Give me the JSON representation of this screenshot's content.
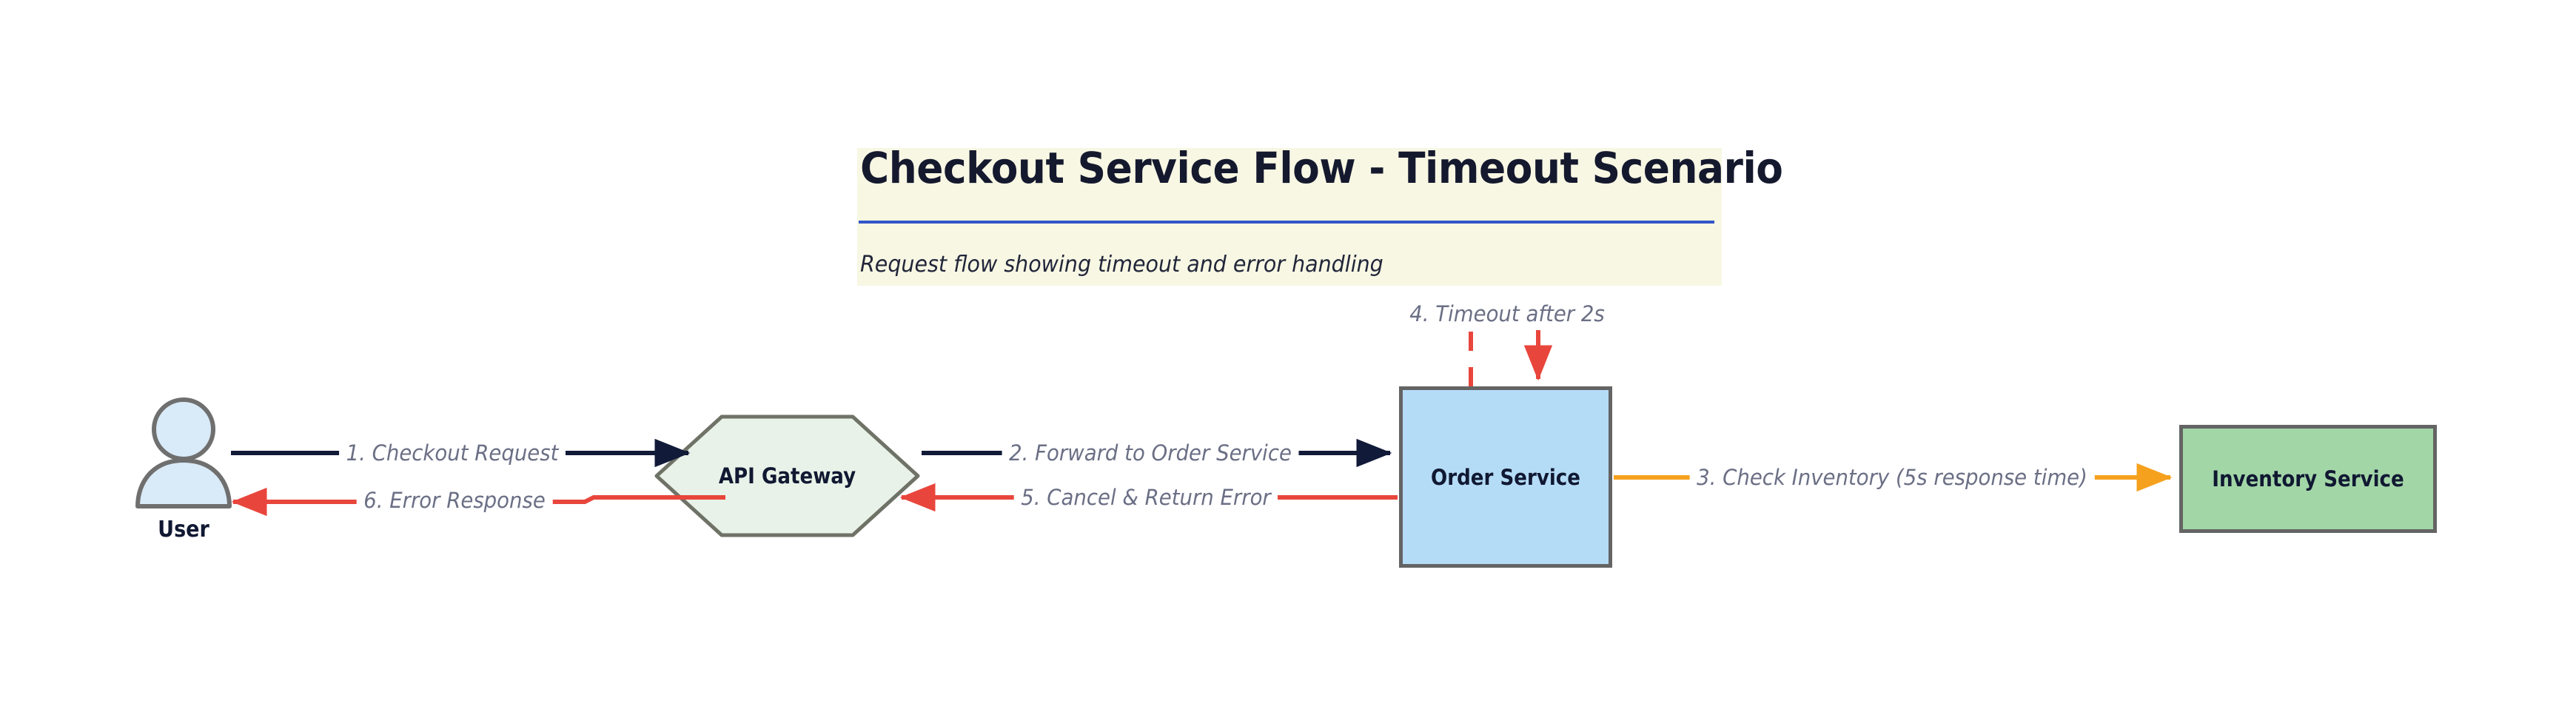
{
  "header": {
    "title": "Checkout Service Flow - Timeout Scenario",
    "subtitle": "Request flow showing timeout and error handling",
    "band_color": "#f7f7e3",
    "rule_color": "#3355c7"
  },
  "diagram": {
    "type": "flow",
    "nodes": [
      {
        "id": "user",
        "label": "User",
        "shape": "actor",
        "fill": "#d9eaf8",
        "stroke": "#6f6f6f"
      },
      {
        "id": "gateway",
        "label": "API Gateway",
        "shape": "hexagon",
        "fill": "#e8f2e8",
        "stroke": "#6f7266"
      },
      {
        "id": "order",
        "label": "Order Service",
        "shape": "rectangle",
        "fill": "#b5dcf7",
        "stroke": "#646464"
      },
      {
        "id": "inventory",
        "label": "Inventory Service",
        "shape": "rectangle",
        "fill": "#a3d6a7",
        "stroke": "#646464"
      }
    ],
    "edges": [
      {
        "seq": "1",
        "label": "1. Checkout Request",
        "from": "user",
        "to": "gateway",
        "color": "#111a38",
        "style": "solid",
        "direction": "forward"
      },
      {
        "seq": "2",
        "label": "2. Forward to Order Service",
        "from": "gateway",
        "to": "order",
        "color": "#111a38",
        "style": "solid",
        "direction": "forward"
      },
      {
        "seq": "3",
        "label": "3. Check Inventory (5s response time)",
        "from": "order",
        "to": "inventory",
        "color": "#f5a11e",
        "style": "solid",
        "direction": "forward"
      },
      {
        "seq": "4",
        "label": "4. Timeout after 2s",
        "from": "order",
        "to": "order",
        "color": "#e8463c",
        "style": "dashed",
        "direction": "self-loop"
      },
      {
        "seq": "5",
        "label": "5. Cancel & Return Error",
        "from": "order",
        "to": "gateway",
        "color": "#e8463c",
        "style": "solid",
        "direction": "backward"
      },
      {
        "seq": "6",
        "label": "6. Error Response",
        "from": "gateway",
        "to": "user",
        "color": "#e8463c",
        "style": "solid",
        "direction": "backward"
      }
    ]
  }
}
